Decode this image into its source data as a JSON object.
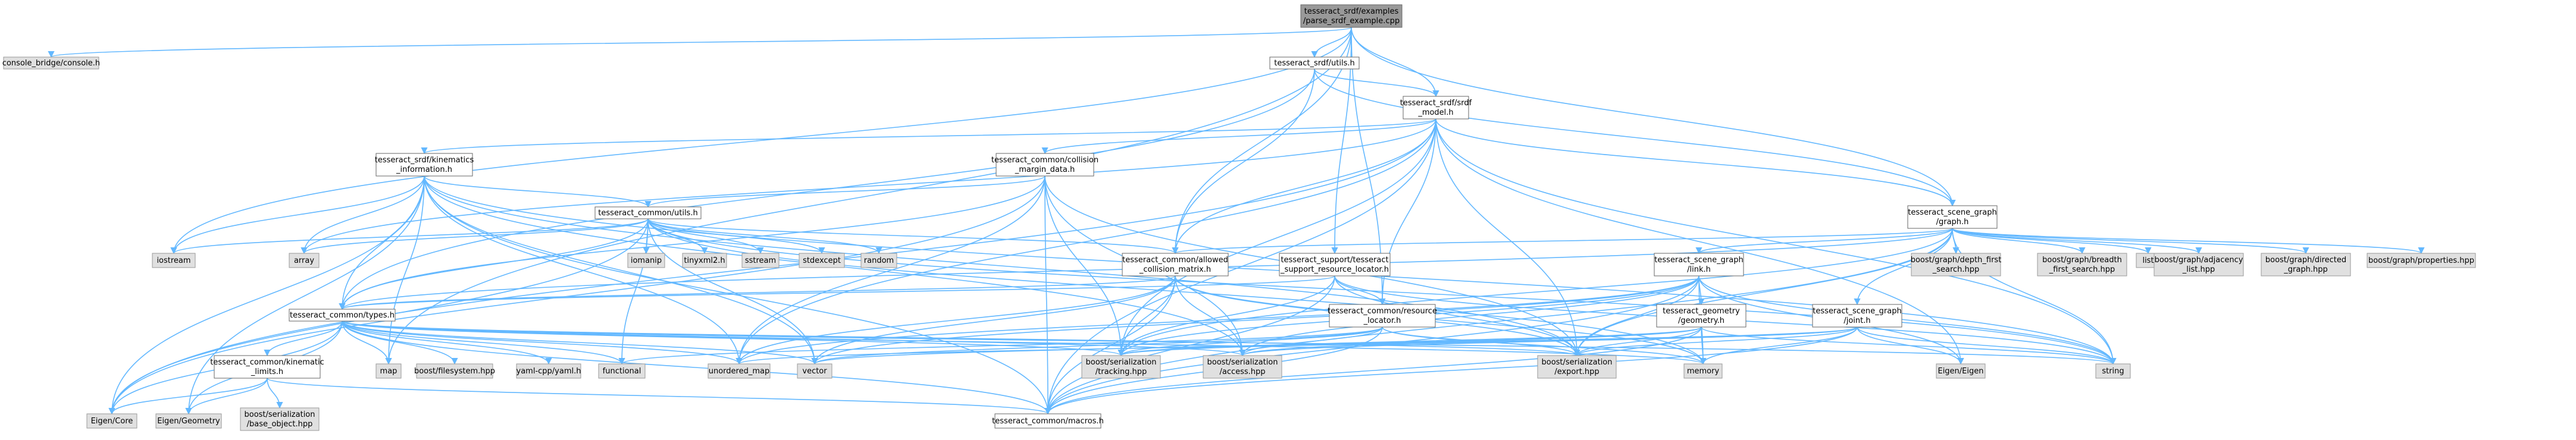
{
  "diagram": {
    "nodes": [
      {
        "id": "root",
        "lines": [
          "tesseract_srdf/examples",
          "/parse_srdf_example.cpp"
        ],
        "style": "root"
      },
      {
        "id": "console",
        "lines": [
          "console_bridge/console.h"
        ],
        "style": "ext"
      },
      {
        "id": "utils_srdf",
        "lines": [
          "tesseract_srdf/utils.h"
        ],
        "style": "int"
      },
      {
        "id": "srdf_model",
        "lines": [
          "tesseract_srdf/srdf",
          "_model.h"
        ],
        "style": "int"
      },
      {
        "id": "kin_info",
        "lines": [
          "tesseract_srdf/kinematics",
          "_information.h"
        ],
        "style": "int"
      },
      {
        "id": "coll_margin",
        "lines": [
          "tesseract_common/collision",
          "_margin_data.h"
        ],
        "style": "int"
      },
      {
        "id": "common_utils",
        "lines": [
          "tesseract_common/utils.h"
        ],
        "style": "int"
      },
      {
        "id": "sg_graph",
        "lines": [
          "tesseract_scene_graph",
          "/graph.h"
        ],
        "style": "int"
      },
      {
        "id": "iostream",
        "lines": [
          "iostream"
        ],
        "style": "ext"
      },
      {
        "id": "array",
        "lines": [
          "array"
        ],
        "style": "ext"
      },
      {
        "id": "iomanip",
        "lines": [
          "iomanip"
        ],
        "style": "ext"
      },
      {
        "id": "tinyxml2",
        "lines": [
          "tinyxml2.h"
        ],
        "style": "ext"
      },
      {
        "id": "sstream",
        "lines": [
          "sstream"
        ],
        "style": "ext"
      },
      {
        "id": "stdexcept",
        "lines": [
          "stdexcept"
        ],
        "style": "ext"
      },
      {
        "id": "random",
        "lines": [
          "random"
        ],
        "style": "ext"
      },
      {
        "id": "allowed_coll",
        "lines": [
          "tesseract_common/allowed",
          "_collision_matrix.h"
        ],
        "style": "int"
      },
      {
        "id": "support_loc",
        "lines": [
          "tesseract_support/tesseract",
          "_support_resource_locator.h"
        ],
        "style": "int"
      },
      {
        "id": "sg_link",
        "lines": [
          "tesseract_scene_graph",
          "/link.h"
        ],
        "style": "int"
      },
      {
        "id": "dfs",
        "lines": [
          "boost/graph/depth_first",
          "_search.hpp"
        ],
        "style": "ext"
      },
      {
        "id": "bfs",
        "lines": [
          "boost/graph/breadth",
          "_first_search.hpp"
        ],
        "style": "ext"
      },
      {
        "id": "list",
        "lines": [
          "list"
        ],
        "style": "ext"
      },
      {
        "id": "adjacency",
        "lines": [
          "boost/graph/adjacency",
          "_list.hpp"
        ],
        "style": "ext"
      },
      {
        "id": "directed",
        "lines": [
          "boost/graph/directed",
          "_graph.hpp"
        ],
        "style": "ext"
      },
      {
        "id": "properties",
        "lines": [
          "boost/graph/properties.hpp"
        ],
        "style": "ext"
      },
      {
        "id": "types",
        "lines": [
          "tesseract_common/types.h"
        ],
        "style": "int"
      },
      {
        "id": "res_loc",
        "lines": [
          "tesseract_common/resource",
          "_locator.h"
        ],
        "style": "int"
      },
      {
        "id": "geometry",
        "lines": [
          "tesseract_geometry",
          "/geometry.h"
        ],
        "style": "int"
      },
      {
        "id": "sg_joint",
        "lines": [
          "tesseract_scene_graph",
          "/joint.h"
        ],
        "style": "int"
      },
      {
        "id": "kin_limits",
        "lines": [
          "tesseract_common/kinematic",
          "_limits.h"
        ],
        "style": "int"
      },
      {
        "id": "map",
        "lines": [
          "map"
        ],
        "style": "ext"
      },
      {
        "id": "filesystem",
        "lines": [
          "boost/filesystem.hpp"
        ],
        "style": "ext"
      },
      {
        "id": "yaml",
        "lines": [
          "yaml-cpp/yaml.h"
        ],
        "style": "ext"
      },
      {
        "id": "functional",
        "lines": [
          "functional"
        ],
        "style": "ext"
      },
      {
        "id": "unordered_map",
        "lines": [
          "unordered_map"
        ],
        "style": "ext"
      },
      {
        "id": "vector",
        "lines": [
          "vector"
        ],
        "style": "ext"
      },
      {
        "id": "tracking",
        "lines": [
          "boost/serialization",
          "/tracking.hpp"
        ],
        "style": "ext"
      },
      {
        "id": "access",
        "lines": [
          "boost/serialization",
          "/access.hpp"
        ],
        "style": "ext"
      },
      {
        "id": "export",
        "lines": [
          "boost/serialization",
          "/export.hpp"
        ],
        "style": "ext"
      },
      {
        "id": "memory",
        "lines": [
          "memory"
        ],
        "style": "ext"
      },
      {
        "id": "eigen",
        "lines": [
          "Eigen/Eigen"
        ],
        "style": "ext"
      },
      {
        "id": "string",
        "lines": [
          "string"
        ],
        "style": "ext"
      },
      {
        "id": "eigen_core",
        "lines": [
          "Eigen/Core"
        ],
        "style": "ext"
      },
      {
        "id": "eigen_geom",
        "lines": [
          "Eigen/Geometry"
        ],
        "style": "ext"
      },
      {
        "id": "base_object",
        "lines": [
          "boost/serialization",
          "/base_object.hpp"
        ],
        "style": "ext"
      },
      {
        "id": "macros",
        "lines": [
          "tesseract_common/macros.h"
        ],
        "style": "int"
      }
    ],
    "edges": [
      [
        "root",
        "console"
      ],
      [
        "root",
        "utils_srdf"
      ],
      [
        "root",
        "srdf_model"
      ],
      [
        "root",
        "sg_graph"
      ],
      [
        "root",
        "iostream"
      ],
      [
        "root",
        "allowed_coll"
      ],
      [
        "root",
        "support_loc"
      ],
      [
        "root",
        "res_loc"
      ],
      [
        "root",
        "map"
      ],
      [
        "utils_srdf",
        "srdf_model"
      ],
      [
        "utils_srdf",
        "allowed_coll"
      ],
      [
        "utils_srdf",
        "types"
      ],
      [
        "utils_srdf",
        "sg_graph"
      ],
      [
        "srdf_model",
        "kin_info"
      ],
      [
        "srdf_model",
        "coll_margin"
      ],
      [
        "srdf_model",
        "allowed_coll"
      ],
      [
        "srdf_model",
        "sg_graph"
      ],
      [
        "srdf_model",
        "res_loc"
      ],
      [
        "srdf_model",
        "array"
      ],
      [
        "srdf_model",
        "string"
      ],
      [
        "srdf_model",
        "tracking"
      ],
      [
        "srdf_model",
        "export"
      ],
      [
        "srdf_model",
        "eigen"
      ],
      [
        "srdf_model",
        "macros"
      ],
      [
        "srdf_model",
        "unordered_map"
      ],
      [
        "srdf_model",
        "eigen_core"
      ],
      [
        "kin_info",
        "common_utils"
      ],
      [
        "kin_info",
        "types"
      ],
      [
        "kin_info",
        "array"
      ],
      [
        "kin_info",
        "eigen_core"
      ],
      [
        "kin_info",
        "eigen_geom"
      ],
      [
        "kin_info",
        "vector"
      ],
      [
        "kin_info",
        "unordered_map"
      ],
      [
        "kin_info",
        "string"
      ],
      [
        "kin_info",
        "map"
      ],
      [
        "kin_info",
        "access"
      ],
      [
        "kin_info",
        "export"
      ],
      [
        "kin_info",
        "macros"
      ],
      [
        "kin_info",
        "iostream"
      ],
      [
        "coll_margin",
        "common_utils"
      ],
      [
        "coll_margin",
        "types"
      ],
      [
        "coll_margin",
        "tracking"
      ],
      [
        "coll_margin",
        "access"
      ],
      [
        "coll_margin",
        "export"
      ],
      [
        "coll_margin",
        "macros"
      ],
      [
        "coll_margin",
        "eigen_core"
      ],
      [
        "coll_margin",
        "unordered_map"
      ],
      [
        "common_utils",
        "iostream"
      ],
      [
        "common_utils",
        "array"
      ],
      [
        "common_utils",
        "iomanip"
      ],
      [
        "common_utils",
        "tinyxml2"
      ],
      [
        "common_utils",
        "sstream"
      ],
      [
        "common_utils",
        "stdexcept"
      ],
      [
        "common_utils",
        "random"
      ],
      [
        "common_utils",
        "types"
      ],
      [
        "common_utils",
        "allowed_coll"
      ],
      [
        "common_utils",
        "vector"
      ],
      [
        "common_utils",
        "eigen_core"
      ],
      [
        "common_utils",
        "memory"
      ],
      [
        "common_utils",
        "string"
      ],
      [
        "common_utils",
        "functional"
      ],
      [
        "sg_graph",
        "allowed_coll"
      ],
      [
        "sg_graph",
        "sg_link"
      ],
      [
        "sg_graph",
        "sg_joint"
      ],
      [
        "sg_graph",
        "dfs"
      ],
      [
        "sg_graph",
        "bfs"
      ],
      [
        "sg_graph",
        "list"
      ],
      [
        "sg_graph",
        "adjacency"
      ],
      [
        "sg_graph",
        "directed"
      ],
      [
        "sg_graph",
        "properties"
      ],
      [
        "sg_graph",
        "string"
      ],
      [
        "sg_graph",
        "types"
      ],
      [
        "sg_graph",
        "macros"
      ],
      [
        "sg_graph",
        "export"
      ],
      [
        "sg_graph",
        "tracking"
      ],
      [
        "allowed_coll",
        "types"
      ],
      [
        "allowed_coll",
        "unordered_map"
      ],
      [
        "allowed_coll",
        "vector"
      ],
      [
        "allowed_coll",
        "tracking"
      ],
      [
        "allowed_coll",
        "access"
      ],
      [
        "allowed_coll",
        "export"
      ],
      [
        "allowed_coll",
        "macros"
      ],
      [
        "allowed_coll",
        "memory"
      ],
      [
        "support_loc",
        "res_loc"
      ],
      [
        "support_loc",
        "types"
      ],
      [
        "support_loc",
        "tracking"
      ],
      [
        "support_loc",
        "export"
      ],
      [
        "support_loc",
        "macros"
      ],
      [
        "support_loc",
        "string"
      ],
      [
        "sg_link",
        "geometry"
      ],
      [
        "sg_link",
        "memory"
      ],
      [
        "sg_link",
        "string"
      ],
      [
        "sg_link",
        "vector"
      ],
      [
        "sg_link",
        "eigen"
      ],
      [
        "sg_link",
        "access"
      ],
      [
        "sg_link",
        "export"
      ],
      [
        "sg_link",
        "tracking"
      ],
      [
        "sg_link",
        "macros"
      ],
      [
        "sg_link",
        "unordered_map"
      ],
      [
        "types",
        "map"
      ],
      [
        "types",
        "filesystem"
      ],
      [
        "types",
        "yaml"
      ],
      [
        "types",
        "functional"
      ],
      [
        "types",
        "unordered_map"
      ],
      [
        "types",
        "vector"
      ],
      [
        "types",
        "tracking"
      ],
      [
        "types",
        "access"
      ],
      [
        "types",
        "export"
      ],
      [
        "types",
        "memory"
      ],
      [
        "types",
        "kin_limits"
      ],
      [
        "types",
        "eigen_core"
      ],
      [
        "types",
        "eigen_geom"
      ],
      [
        "types",
        "macros"
      ],
      [
        "types",
        "string"
      ],
      [
        "res_loc",
        "vector"
      ],
      [
        "res_loc",
        "memory"
      ],
      [
        "res_loc",
        "tracking"
      ],
      [
        "res_loc",
        "access"
      ],
      [
        "res_loc",
        "export"
      ],
      [
        "res_loc",
        "macros"
      ],
      [
        "res_loc",
        "functional"
      ],
      [
        "geometry",
        "memory"
      ],
      [
        "geometry",
        "string"
      ],
      [
        "geometry",
        "access"
      ],
      [
        "geometry",
        "export"
      ],
      [
        "geometry",
        "tracking"
      ],
      [
        "geometry",
        "macros"
      ],
      [
        "geometry",
        "vector"
      ],
      [
        "sg_joint",
        "memory"
      ],
      [
        "sg_joint",
        "string"
      ],
      [
        "sg_joint",
        "eigen"
      ],
      [
        "sg_joint",
        "unordered_map"
      ],
      [
        "sg_joint",
        "access"
      ],
      [
        "sg_joint",
        "export"
      ],
      [
        "sg_joint",
        "tracking"
      ],
      [
        "sg_joint",
        "macros"
      ],
      [
        "kin_limits",
        "eigen_core"
      ],
      [
        "kin_limits",
        "eigen_geom"
      ],
      [
        "kin_limits",
        "base_object"
      ],
      [
        "kin_limits",
        "macros"
      ]
    ]
  }
}
